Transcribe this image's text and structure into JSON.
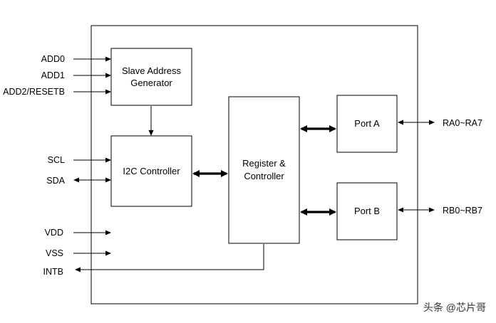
{
  "blocks": {
    "slave_address": {
      "line1": "Slave Address",
      "line2": "Generator"
    },
    "i2c_controller": {
      "label": "I2C Controller"
    },
    "register": {
      "line1": "Register &",
      "line2": "Controller"
    },
    "port_a": {
      "label": "Port A"
    },
    "port_b": {
      "label": "Port B"
    }
  },
  "pins": {
    "add0": "ADD0",
    "add1": "ADD1",
    "add2": "ADD2/RESETB",
    "scl": "SCL",
    "sda": "SDA",
    "vdd": "VDD",
    "vss": "VSS",
    "intb": "INTB",
    "ra": "RA0~RA7",
    "rb": "RB0~RB7"
  },
  "watermark": "头条 @芯片哥",
  "colors": {
    "line": "#000000",
    "background": "#ffffff"
  }
}
